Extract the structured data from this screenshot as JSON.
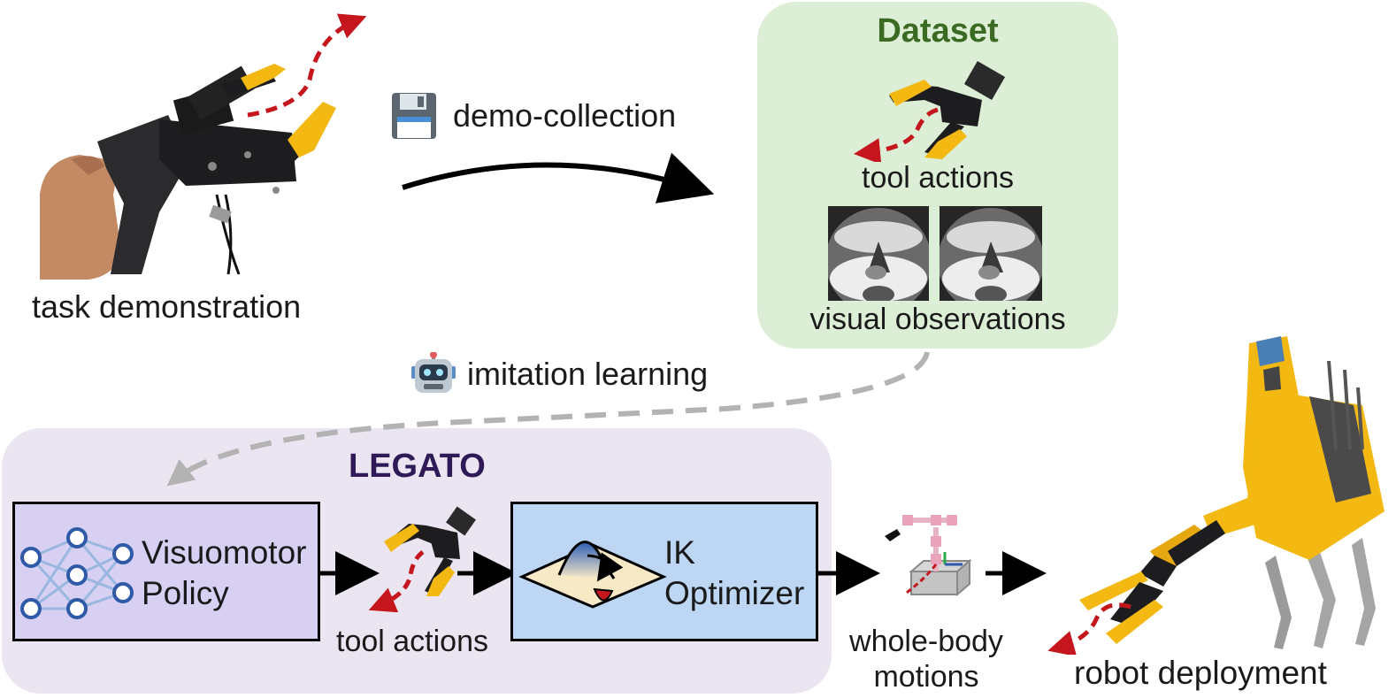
{
  "colors": {
    "dataset_panel": "#dcefd6",
    "dataset_title": "#3b6b22",
    "legato_panel": "#ebe5f2",
    "legato_title": "#2e1a57",
    "policy_block": "#d8d0f3",
    "ik_block": "#bcd6f3",
    "trajectory_red": "#c4161c",
    "gripper_yellow": "#f3b812",
    "dashed_arrow": "#b3b3b3"
  },
  "labels": {
    "task_demonstration": "task demonstration",
    "demo_collection": "demo-collection",
    "imitation_learning": "imitation learning",
    "dataset_title": "Dataset",
    "dataset_tool_actions": "tool actions",
    "visual_observations": "visual observations",
    "legato_title": "LEGATO",
    "policy_line1": "Visuomotor",
    "policy_line2": "Policy",
    "tool_actions": "tool actions",
    "ik_line1": "IK",
    "ik_line2": "Optimizer",
    "whole_body_line1": "whole-body",
    "whole_body_line2": "motions",
    "robot_deployment": "robot deployment"
  },
  "icons": {
    "demo_collection": "floppy-disk-icon",
    "imitation_learning": "robot-face-icon"
  }
}
